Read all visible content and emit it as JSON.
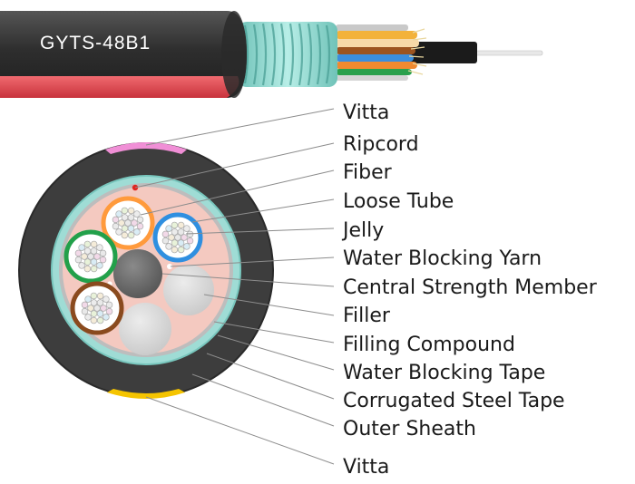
{
  "cable": {
    "model": "GYTS-48B1",
    "colors": {
      "sheath": "#3a3a3a",
      "vitta_top": "#f08fd6",
      "vitta_bottom": "#f5c400",
      "red_stripe": "#e0454f",
      "steel_tape": "#8fd6cf",
      "water_tape": "#b9b9b9",
      "filling": "#f4c9c0",
      "central_member": "#6e6e6e",
      "filler": "#d6d6d6",
      "tube_orange": "#ff9a3c",
      "tube_blue": "#2f8fe0",
      "tube_green": "#22a04a",
      "tube_brown": "#8a4a1e"
    }
  },
  "labels": [
    "Vitta",
    "Ripcord",
    "Fiber",
    "Loose Tube",
    "Jelly",
    "Water Blocking Yarn",
    "Central Strength Member",
    "Filler",
    "Filling Compound",
    "Water Blocking Tape",
    "Corrugated Steel Tape",
    "Outer Sheath",
    "Vitta"
  ]
}
